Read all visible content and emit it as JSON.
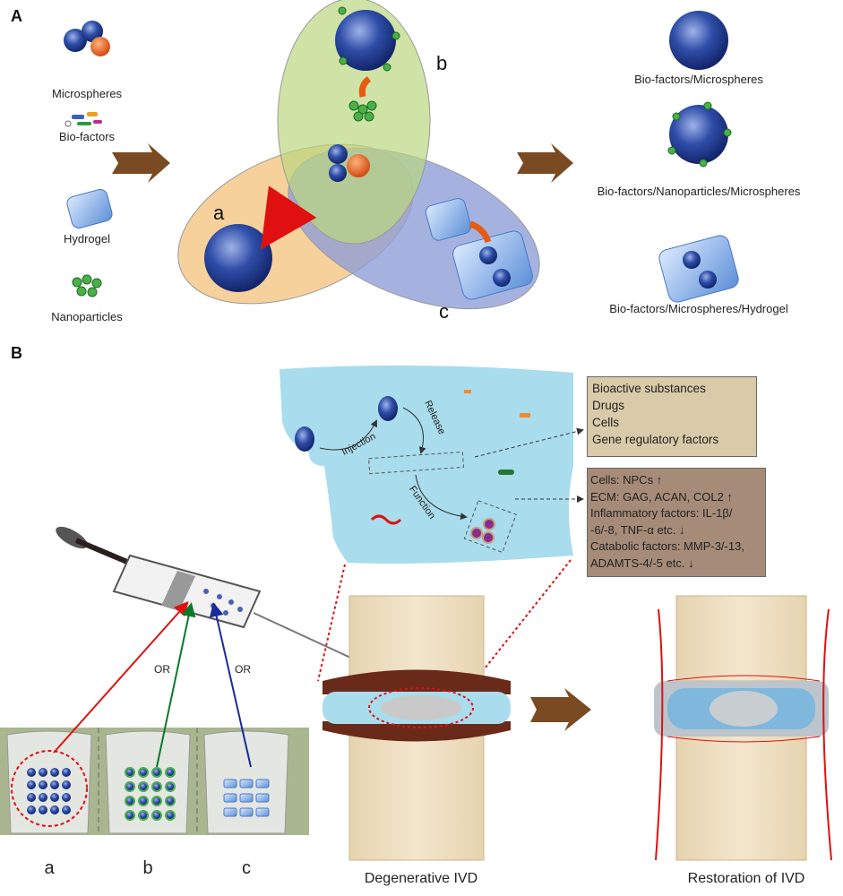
{
  "panel_a": {
    "label": "A",
    "components": [
      "Microspheres",
      "Bio-factors",
      "Hydrogel",
      "Nanoparticles"
    ],
    "venn_labels": {
      "a": "a",
      "b": "b",
      "c": "c"
    },
    "products": [
      "Bio-factors/Microspheres",
      "Bio-factors/Nanoparticles/Microspheres",
      "Bio-factors/Microspheres/Hydrogel"
    ]
  },
  "panel_b": {
    "label": "B",
    "process": {
      "injection": "Injection",
      "release": "Release",
      "function": "Function"
    },
    "cargo_box": [
      "Bioactive substances",
      "Drugs",
      "Cells",
      "Gene regulatory factors"
    ],
    "effects_box": [
      "Cells: NPCs ↑",
      "ECM: GAG, ACAN, COL2 ↑",
      "Inflammatory factors: IL-1β/",
      "-6/-8, TNF-α etc. ↓",
      "Catabolic factors: MMP-3/-13,",
      "ADAMTS-4/-5 etc. ↓"
    ],
    "or_labels": [
      "OR",
      "OR"
    ],
    "beaker_labels": [
      "a",
      "b",
      "c"
    ],
    "degenerative": "Degenerative IVD",
    "restoration": "Restoration of IVD"
  },
  "colors": {
    "arrow": "#7a4a22",
    "green": "#b9d77f",
    "orange": "#f6c98a",
    "blue": "#8f9fd8",
    "cloud": "#a9dcec",
    "box1": "#d9cba9",
    "box2": "#a68c78"
  }
}
